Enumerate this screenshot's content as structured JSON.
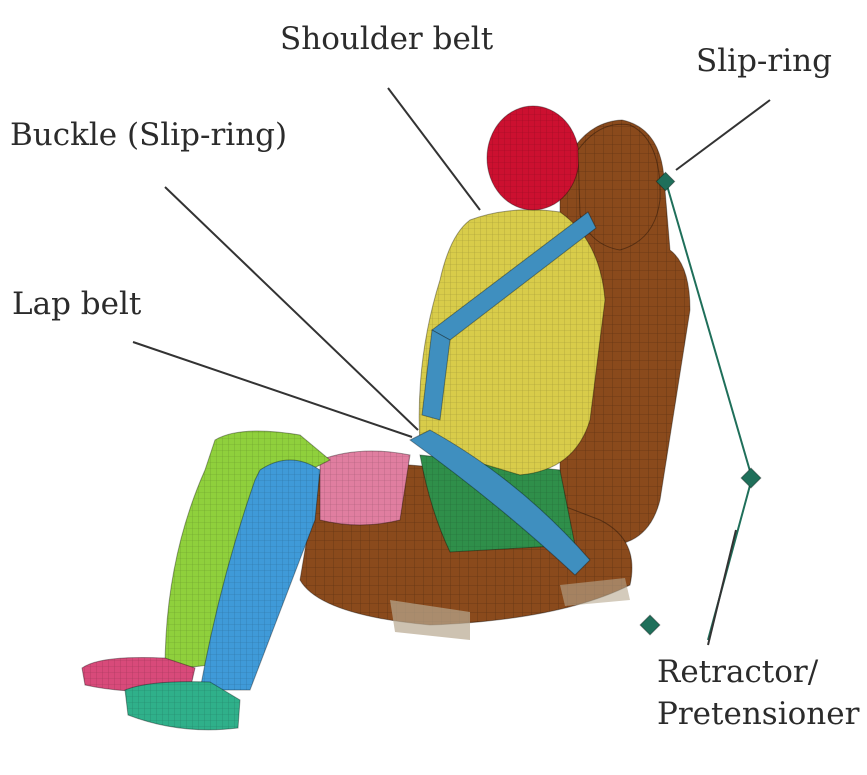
{
  "labels": {
    "shoulder_belt": "Shoulder belt",
    "slip_ring": "Slip-ring",
    "buckle": "Buckle (Slip-ring)",
    "lap_belt": "Lap belt",
    "retractor_line1": "Retractor/",
    "retractor_line2": "Pretensioner"
  },
  "colors": {
    "head": "#cc1030",
    "torso": "#d8cc4a",
    "seat": "#8a4a1c",
    "belt": "#3f8fbf",
    "pelvis": "#2f8f4a",
    "left_leg": "#8fd03c",
    "right_leg": "#3f9ad8",
    "thigh_pink": "#e07ea0",
    "shoe_pink": "#d84a7a",
    "shoe_green": "#2fb08a",
    "anchor": "#1f6f5a",
    "leader_line": "#333333"
  }
}
